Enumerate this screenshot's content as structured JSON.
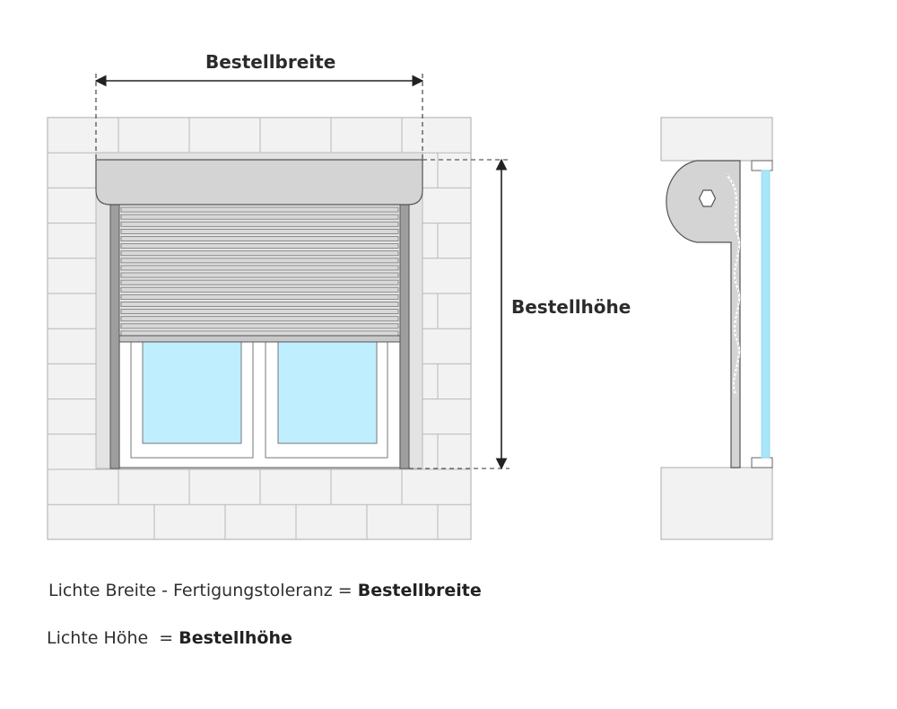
{
  "labels": {
    "width": "Bestellbreite",
    "height": "Bestellhöhe"
  },
  "formulas": [
    {
      "lhs": "Lichte Breite - Fertigungstoleranz = ",
      "result": "Bestellbreite"
    },
    {
      "lhs": "Lichte Höhe  = ",
      "result": "Bestellhöhe"
    }
  ],
  "colors": {
    "brick_fill": "#f2f2f2",
    "brick_line": "#b8b8b8",
    "reveal": "#e0e0e0",
    "box": "#d4d4d4",
    "slat": "#dcdcdc",
    "rail": "#9e9e9e",
    "frame": "#ffffff",
    "glass": "#bfefff",
    "outline": "#555555",
    "dim_line": "#222222"
  },
  "shutter": {
    "slat_count": 18
  }
}
